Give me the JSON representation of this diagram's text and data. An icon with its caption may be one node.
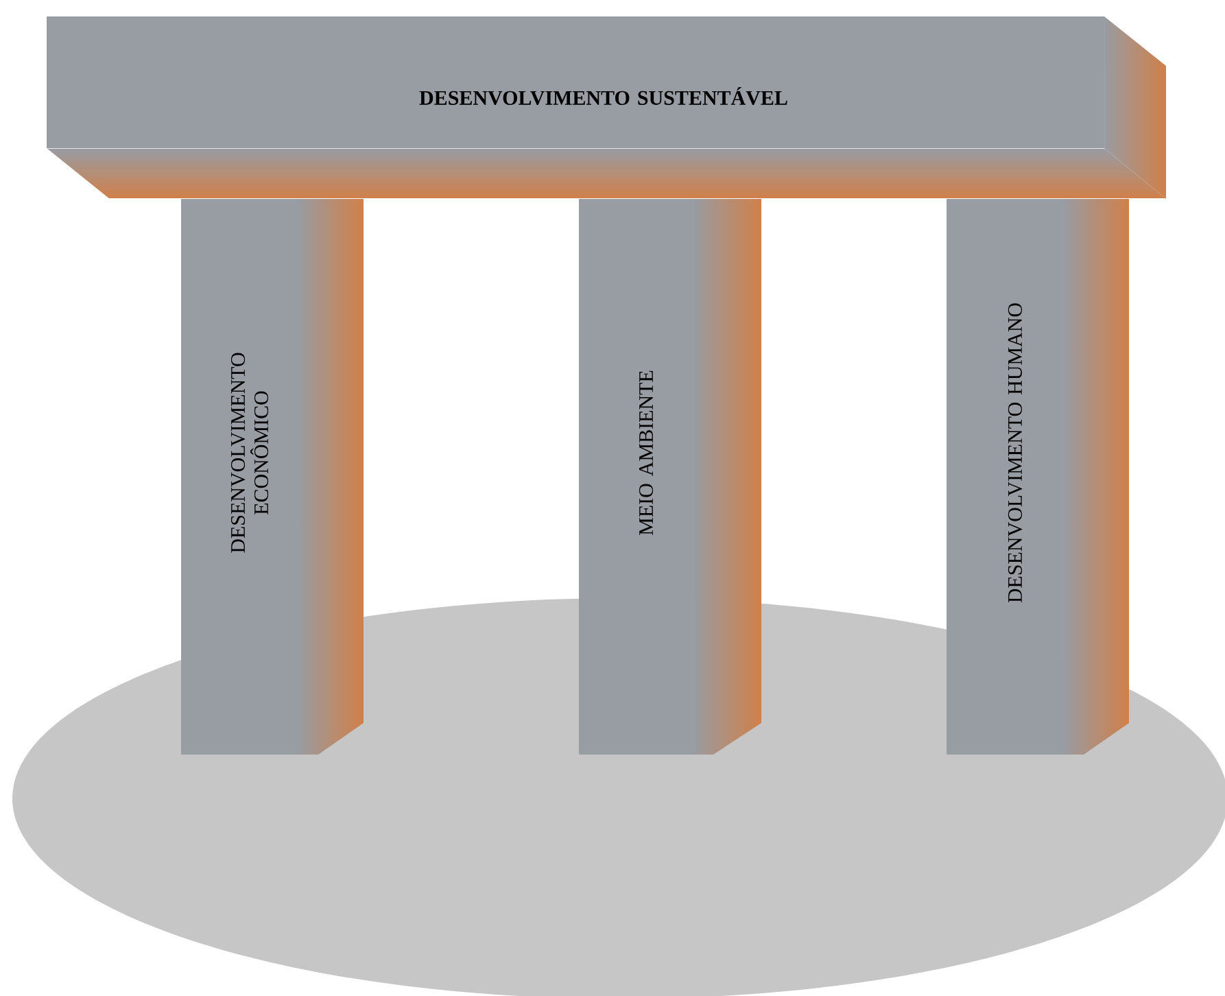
{
  "diagram": {
    "nodes": [
      {
        "text": [
          "DESENVOLVIMENTO SUSTENTÁVEL"
        ]
      },
      {
        "text": [
          "DESENVOLVIMENTO ECONÔMICO"
        ]
      },
      {
        "text": [
          "MEIO AMBIENTE"
        ]
      },
      {
        "text": [
          "DESENVOLVIMENTO HUMANO"
        ]
      }
    ]
  }
}
